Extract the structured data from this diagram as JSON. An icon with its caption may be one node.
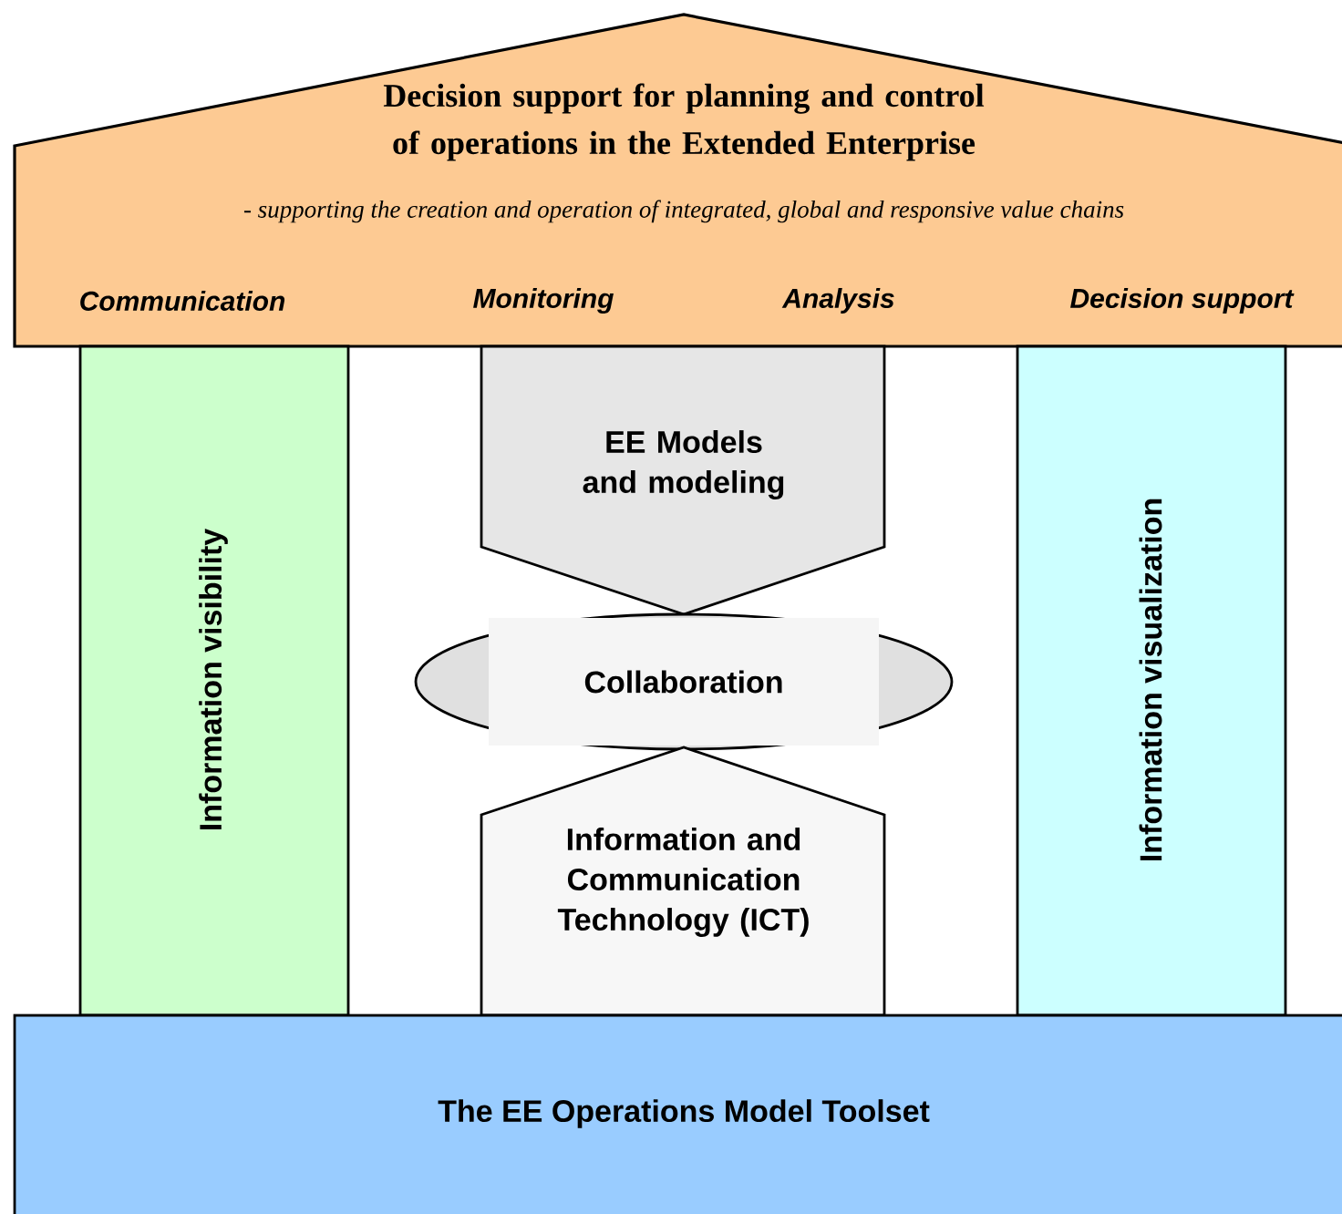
{
  "diagram": {
    "nodes": [
      {
        "text": [
          "Decision support for planning and control of operations in the Extended Enterprise",
          "- supporting the creation and operation of integrated, global and responsive value chains",
          "Communication",
          "Monitoring",
          "Analysis",
          "Decision support"
        ]
      },
      {
        "text": [
          "Information visibility"
        ]
      },
      {
        "text": [
          "EE Models and modeling"
        ]
      },
      {
        "text": [
          "Collaboration"
        ]
      },
      {
        "text": [
          "Information and Communication Technology (ICT)"
        ]
      },
      {
        "text": [
          "Information visualization"
        ]
      },
      {
        "text": [
          "The EE Operations Model Toolset"
        ]
      }
    ]
  }
}
